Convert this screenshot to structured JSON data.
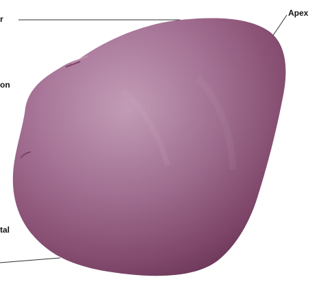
{
  "labels": {
    "apex": "Apex",
    "left_top_fragment": "r",
    "left_mid_fragment_1": "on",
    "left_mid_fragment_2": "",
    "left_bottom_fragment_1": "tal",
    "left_bottom_fragment_2": ""
  },
  "colors": {
    "organ_base": "#8b4b76",
    "organ_light": "#b987a9",
    "organ_dark": "#6d3158",
    "leader_line": "#222222"
  }
}
